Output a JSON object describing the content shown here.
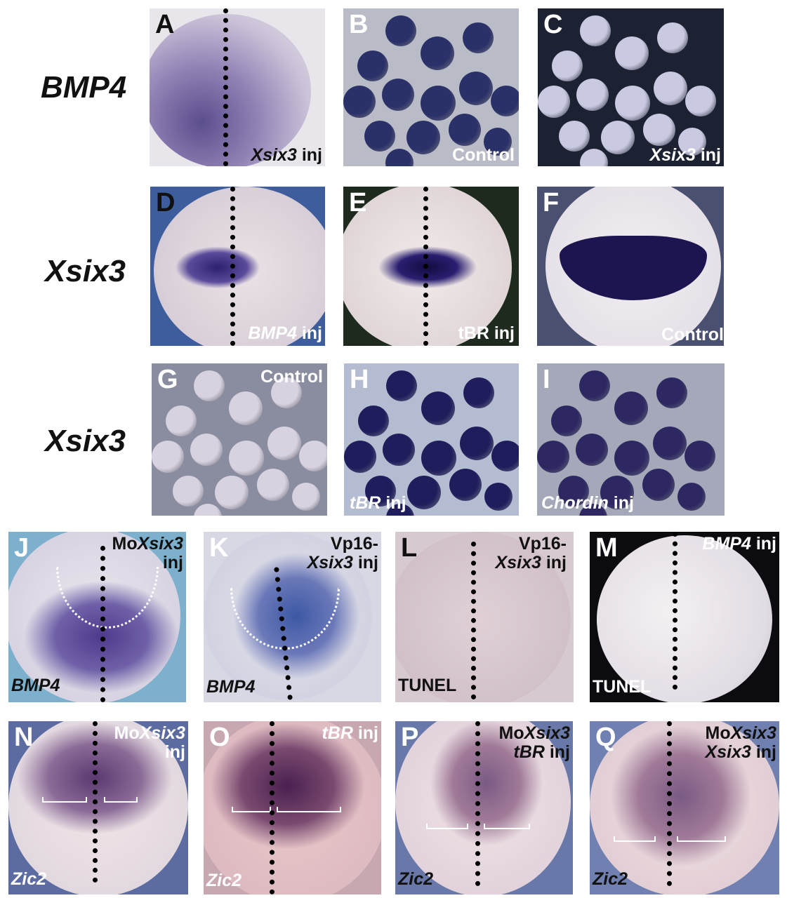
{
  "row_labels": [
    "BMP4",
    "Xsix3",
    "Xsix3"
  ],
  "panels": {
    "A": {
      "letter": "A",
      "cap_i": "Xsix3",
      "cap": " inj"
    },
    "B": {
      "letter": "B",
      "cap": "Control"
    },
    "C": {
      "letter": "C",
      "cap_i": "Xsix3",
      "cap": " inj"
    },
    "D": {
      "letter": "D",
      "cap_i": "BMP4",
      "cap": " inj"
    },
    "E": {
      "letter": "E",
      "cap": "tBR inj"
    },
    "F": {
      "letter": "F",
      "cap": "Control"
    },
    "G": {
      "letter": "G",
      "cap": "Control"
    },
    "H": {
      "letter": "H",
      "cap_i": "tBR",
      "cap": " inj"
    },
    "I": {
      "letter": "I",
      "cap_i": "Chordin",
      "cap": " inj"
    },
    "J": {
      "letter": "J",
      "cap_a": "Mo",
      "cap_i": "Xsix3",
      "cap_b": "inj",
      "bottom": "BMP4"
    },
    "K": {
      "letter": "K",
      "cap_a": "Vp16-",
      "cap_i": "Xsix3",
      "cap": " inj",
      "bottom": "BMP4"
    },
    "L": {
      "letter": "L",
      "cap_a": "Vp16-",
      "cap_i": "Xsix3",
      "cap": " inj",
      "bottom": "TUNEL"
    },
    "M": {
      "letter": "M",
      "cap_i": "BMP4",
      "cap": " inj",
      "bottom": "TUNEL"
    },
    "N": {
      "letter": "N",
      "cap_a": "Mo",
      "cap_i": "Xsix3",
      "cap_b": "inj",
      "bottom": "Zic2"
    },
    "O": {
      "letter": "O",
      "cap_i": "tBR",
      "cap": " inj",
      "bottom": "Zic2"
    },
    "P": {
      "letter": "P",
      "cap_a": "Mo",
      "cap_i": "Xsix3",
      "cap_i2": "tBR",
      "cap": " inj",
      "bottom": "Zic2"
    },
    "Q": {
      "letter": "Q",
      "cap_a": "Mo",
      "cap_i": "Xsix3",
      "cap_i2": "Xsix3",
      "cap": " inj",
      "bottom": "Zic2"
    }
  }
}
